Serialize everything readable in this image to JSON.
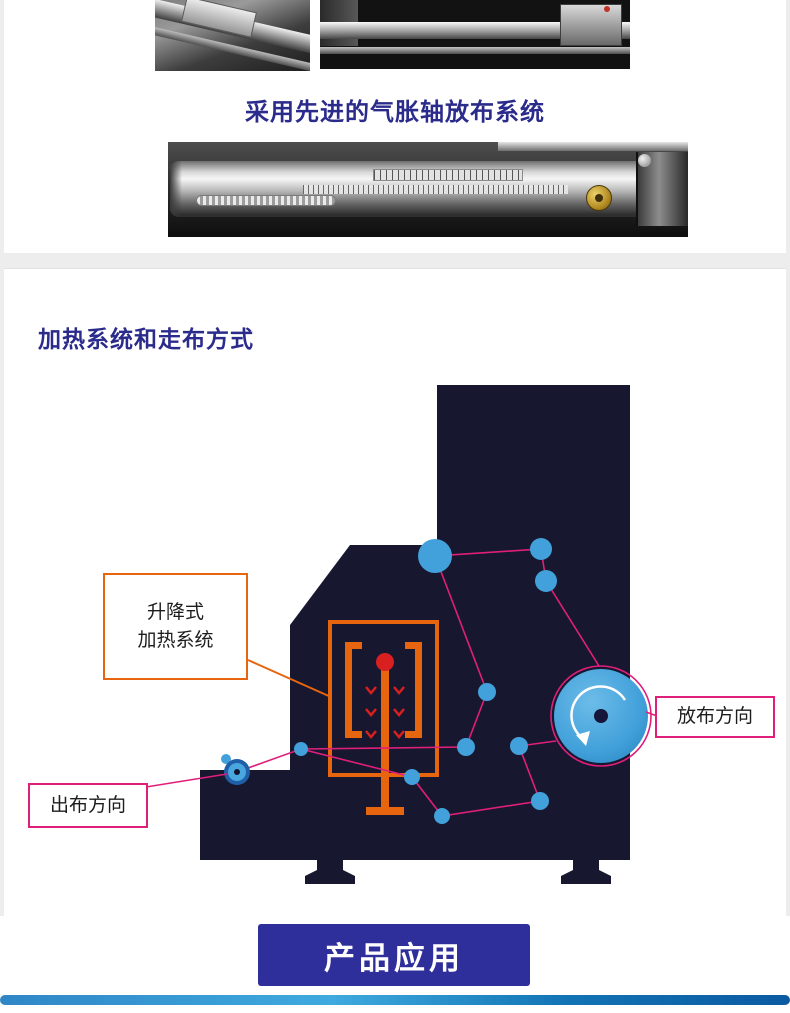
{
  "sections": {
    "air_shaft": {
      "heading": "采用先进的气胀轴放布系统"
    },
    "heating": {
      "heading": "加热系统和走布方式",
      "labels": {
        "heating_line1": "升降式",
        "heating_line2": "加热系统",
        "unwind_direction": "放布方向",
        "outfeed_direction": "出布方向"
      }
    },
    "footer": {
      "banner_label": "产品应用"
    }
  },
  "colors": {
    "heading_text": "#2b2b8c",
    "machine_body": "#17172f",
    "roller_blue": "#42a0da",
    "path_pink": "#e01f7b",
    "heater_orange": "#e8650f",
    "heater_red": "#d92020",
    "banner_background": "#2f2f9c"
  }
}
